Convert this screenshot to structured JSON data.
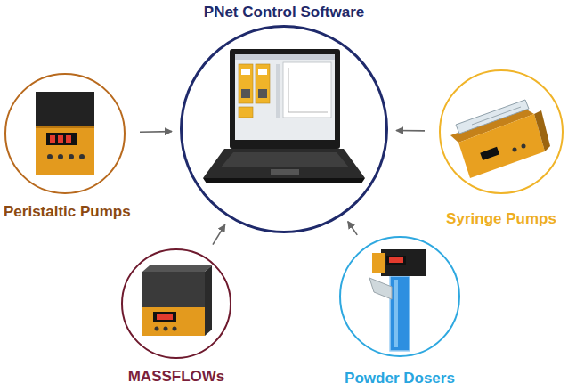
{
  "diagram": {
    "nodes": [
      {
        "text": [
          "PNet Control Software"
        ]
      },
      {
        "text": [
          "Peristaltic Pumps"
        ]
      },
      {
        "text": [
          "Syringe Pumps"
        ]
      },
      {
        "text": [
          "MASSFLOWs"
        ]
      },
      {
        "text": [
          "Powder Dosers"
        ]
      }
    ],
    "edges": [
      {
        "from": 1,
        "to": 0,
        "arrow": "to"
      },
      {
        "from": 2,
        "to": 0,
        "arrow": "to"
      },
      {
        "from": 3,
        "to": 0,
        "arrow": "to"
      },
      {
        "from": 4,
        "to": 0,
        "arrow": "to"
      }
    ]
  }
}
